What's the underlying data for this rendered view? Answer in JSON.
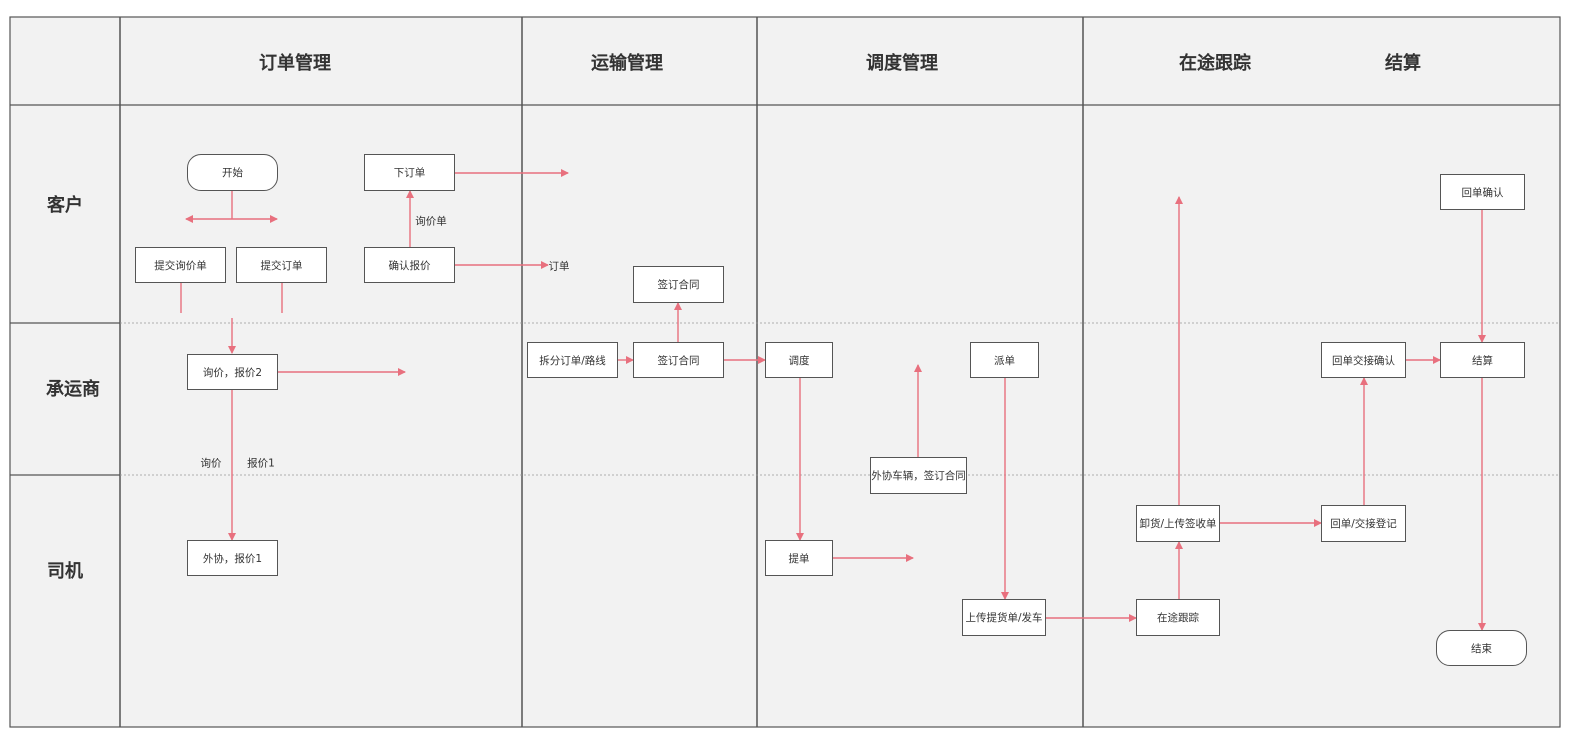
{
  "colors": {
    "background": "#f2f2f2",
    "lane_border": "#555555",
    "row_divider": "#999999",
    "arrow": "#e8707e",
    "node_fill": "#ffffff",
    "node_border": "#555555"
  },
  "columns": [
    "订单管理",
    "运输管理",
    "调度管理",
    "在途跟踪",
    "结算"
  ],
  "rows": [
    "客户",
    "承运商",
    "司机"
  ],
  "nodes": {
    "start": "开始",
    "submit_inquiry": "提交询价单",
    "submit_order": "提交订单",
    "place_order": "下订单",
    "confirm_quote": "确认报价",
    "inquiry_quote2": "询价，报价2",
    "outsource_quote1": "外协，报价1",
    "sign_contract_top": "签订合同",
    "split_order": "拆分订单/路线",
    "sign_contract": "签订合同",
    "dispatch": "调度",
    "assign": "派单",
    "outsource_vehicle": "外协车辆，签订合同",
    "pickup": "提单",
    "upload_depart": "上传提货单/发车",
    "in_transit": "在途跟踪",
    "unload_upload": "卸货/上传签收单",
    "receipt_register": "回单/交接登记",
    "receipt_confirm_carrier": "回单交接确认",
    "receipt_confirm_customer": "回单确认",
    "settle": "结算",
    "end": "结束"
  },
  "edge_labels": {
    "inquiry_sheet": "询价单",
    "order": "订单",
    "inquiry": "询价",
    "quote1": "报价1"
  }
}
